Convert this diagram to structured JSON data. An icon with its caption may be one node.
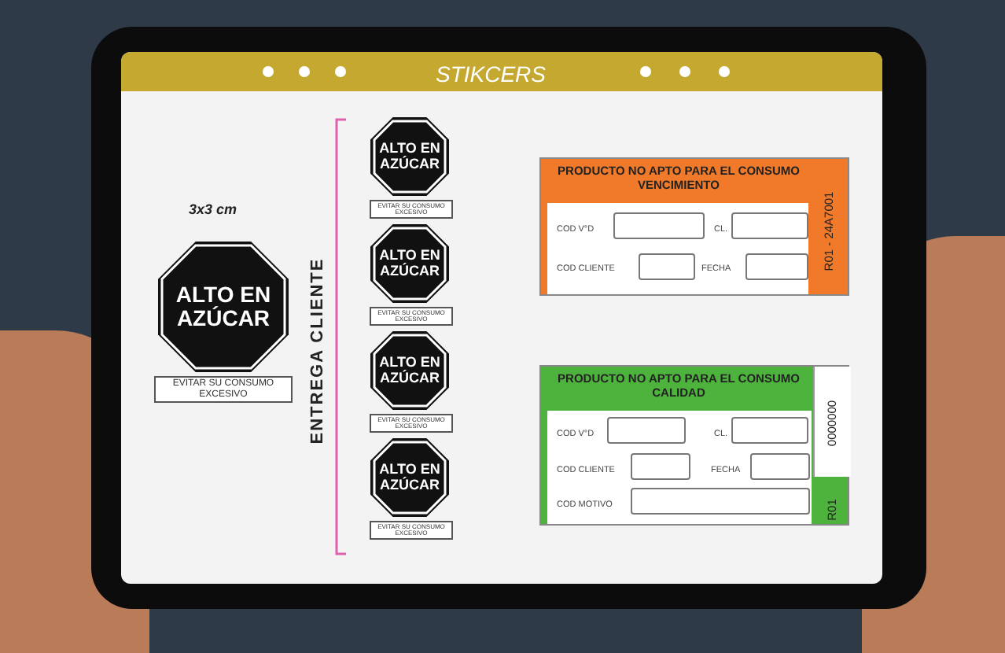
{
  "diagram": {
    "title": "STIKCERS",
    "nodes": [
      {
        "text": [
          "ALTO EN AZÚCAR"
        ],
        "beside": [
          "EVITAR SU CONSUMO EXCESIVO"
        ]
      },
      {
        "text": [
          "ALTO EN AZÚCAR"
        ],
        "beside": [
          "EVITAR SU CONSUMO EXCESIVO"
        ]
      },
      {
        "text": [
          "ALTO EN AZÚCAR"
        ],
        "beside": [
          "EVITAR SU CONSUMO EXCESIVO"
        ]
      },
      {
        "text": [
          "ALTO EN AZÚCAR"
        ],
        "beside": [
          "EVITAR SU CONSUMO EXCESIVO"
        ]
      },
      {
        "text": [
          "ALTO EN AZÚCAR"
        ],
        "beside": [
          "EVITAR SU CONSUMO EXCESIVO"
        ]
      },
      {
        "text": [
          "PRODUCTO NO APTO PARA EL CONSUMO VENCIMIENTO",
          "COD V°D",
          "CL.",
          "COD CLIENTE",
          "FECHA",
          "R01 - 24A7001"
        ]
      },
      {
        "text": [
          "PRODUCTO NO APTO PARA EL CONSUMO CALIDAD",
          "COD V°D",
          "CL.",
          "COD CLIENTE",
          "FECHA",
          "COD MOTIVO",
          "0000000",
          "R01"
        ]
      }
    ],
    "labels": [
      "3x3 cm",
      "ENTREGA CLIENTE"
    ]
  }
}
